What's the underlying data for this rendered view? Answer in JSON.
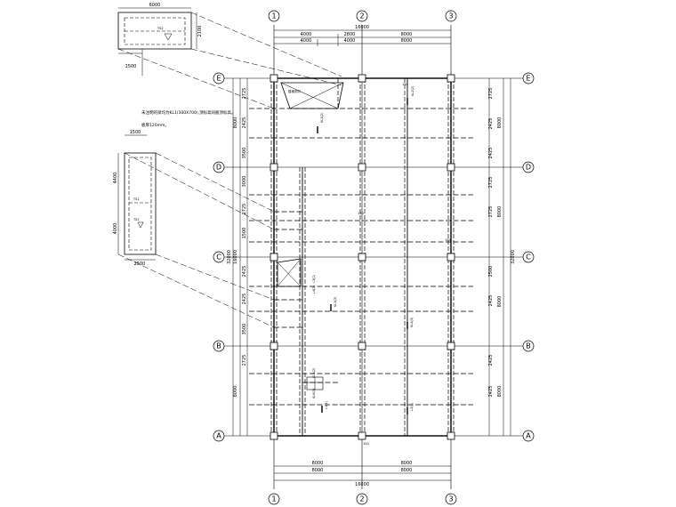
{
  "grid_columns": [
    "1",
    "2",
    "3"
  ],
  "grid_rows": [
    "E",
    "D",
    "C",
    "B",
    "A"
  ],
  "top_dims": {
    "overall": "16000",
    "row1": [
      "4000",
      "2800",
      "8000"
    ],
    "row2": [
      "4000",
      "4000",
      "8000"
    ]
  },
  "bottom_dims": {
    "row1": [
      "8000",
      "8000"
    ],
    "row2": [
      "8000",
      "8000"
    ],
    "overall": "16000"
  },
  "left_dims": {
    "outer": [
      "8000",
      "16000",
      "8000"
    ],
    "overall": "32000",
    "inner": [
      "2725",
      "2425",
      "3500",
      "3000",
      "2725",
      "1500",
      "2425",
      "2425",
      "3500",
      "2725"
    ]
  },
  "right_dims": {
    "inner": [
      "2725",
      "2425",
      "2425",
      "2725",
      "2725",
      "2500",
      "2425",
      "2425",
      "2425"
    ],
    "outer": [
      "8000",
      "8000",
      "8000",
      "8000"
    ],
    "overall": "32000"
  },
  "detail_top": {
    "width_dim": "6000",
    "side_dim": "2100",
    "bottom_dim": "1500",
    "label": "TS2"
  },
  "detail_mid": {
    "top_dim": "1500",
    "left_dims": [
      "4400",
      "4000"
    ],
    "bottom_dim": "2500",
    "labels": [
      "TS1",
      "TS2"
    ]
  },
  "notes": {
    "line1": "未注明的梁均为KL1(300X700),顶标高同板顶标高。",
    "line2": "板厚120mm。"
  },
  "plan_labels": {
    "tag1": "楼梯洞口",
    "thick1": "150",
    "thick2": "150",
    "thick3": "150",
    "thick4": "150",
    "beam_marks": [
      "KL1(2)",
      "KL2(2)",
      "KL3(3)",
      "KL4(3)",
      "L1(1)",
      "L2(1)",
      "L3(2)",
      "L4(2)",
      "KL5(2)",
      "KL6(3)"
    ]
  }
}
